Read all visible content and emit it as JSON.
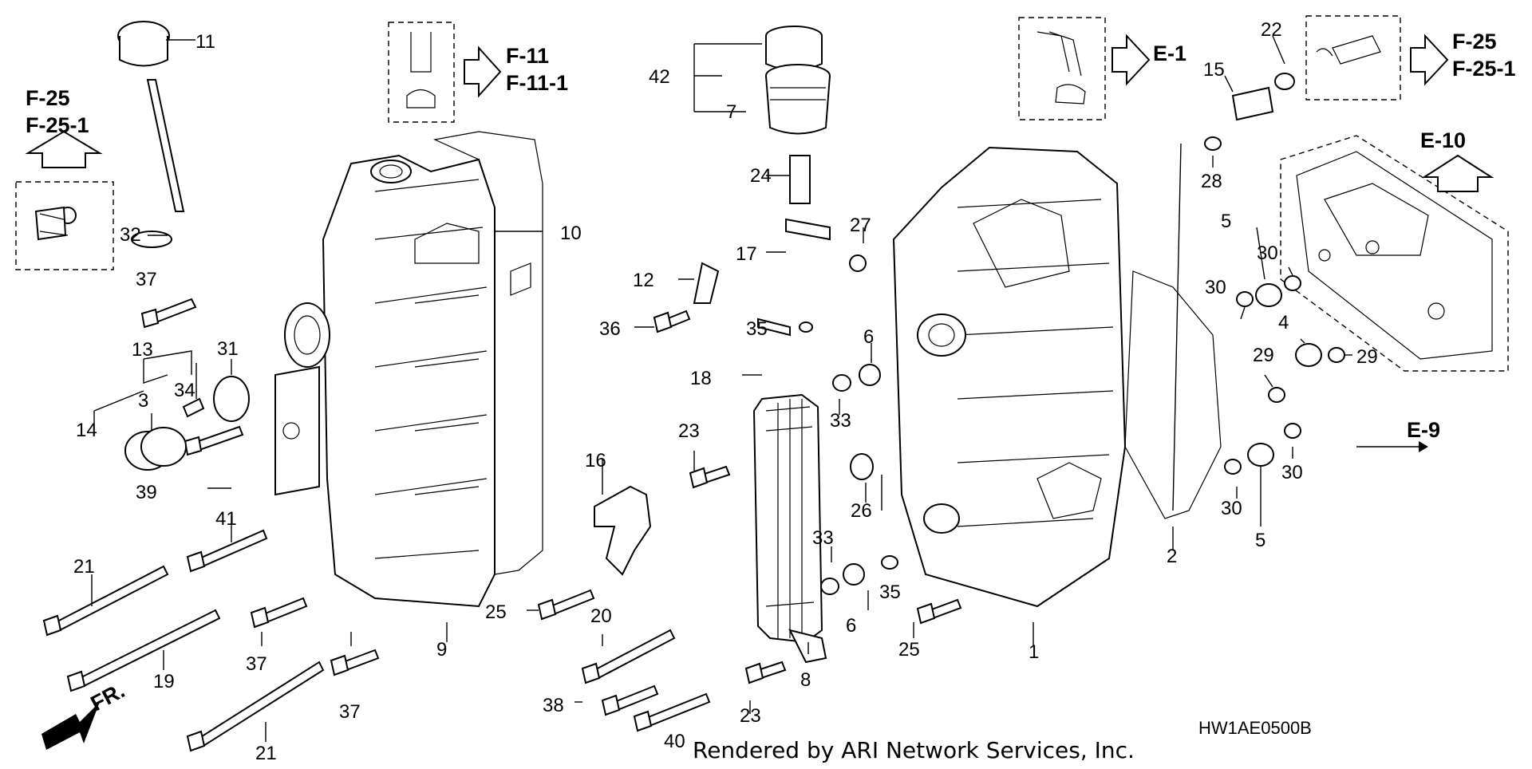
{
  "labels": {
    "p1": "1",
    "p2": "2",
    "p3": "3",
    "p4": "4",
    "p5a": "5",
    "p5b": "5",
    "p6a": "6",
    "p6b": "6",
    "p7": "7",
    "p8": "8",
    "p9": "9",
    "p10": "10",
    "p11": "11",
    "p12": "12",
    "p13": "13",
    "p14": "14",
    "p15": "15",
    "p16": "16",
    "p17": "17",
    "p18": "18",
    "p19": "19",
    "p20": "20",
    "p21a": "21",
    "p21b": "21",
    "p22": "22",
    "p23a": "23",
    "p23b": "23",
    "p24": "24",
    "p25a": "25",
    "p25b": "25",
    "p26": "26",
    "p27": "27",
    "p28": "28",
    "p29a": "29",
    "p29b": "29",
    "p30a": "30",
    "p30b": "30",
    "p30c": "30",
    "p30d": "30",
    "p31": "31",
    "p32": "32",
    "p33a": "33",
    "p33b": "33",
    "p34": "34",
    "p35a": "35",
    "p35b": "35",
    "p36": "36",
    "p37a": "37",
    "p37b": "37",
    "p37c": "37",
    "p38": "38",
    "p39": "39",
    "p40": "40",
    "p41": "41",
    "p42": "42"
  },
  "references": {
    "f25_left": "F-25",
    "f25_1_left": "F-25-1",
    "f11": "F-11",
    "f11_1": "F-11-1",
    "e1": "E-1",
    "f25_right": "F-25",
    "f25_1_right": "F-25-1",
    "e10": "E-10",
    "e9": "E-9"
  },
  "front_marker": "FR.",
  "diagram_code": "HW1AE0500B",
  "footer_credit": "Rendered by ARI Network Services, Inc."
}
